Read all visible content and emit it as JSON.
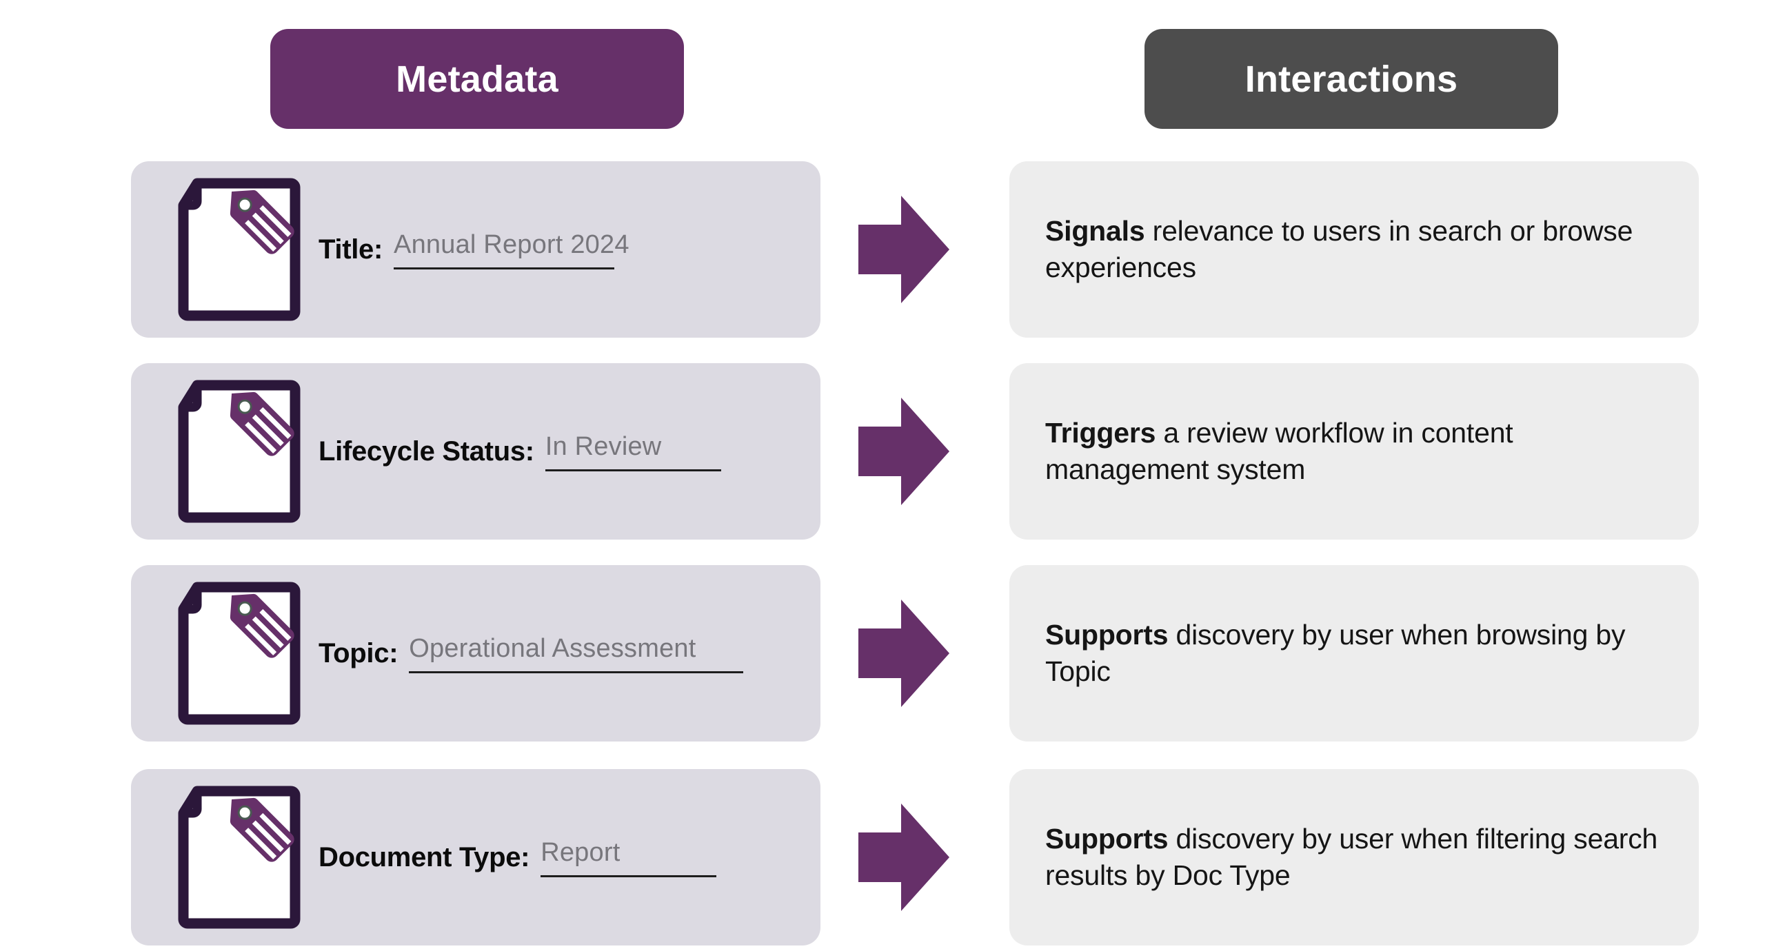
{
  "columns": {
    "left": {
      "title": "Metadata",
      "color": "#663069"
    },
    "right": {
      "title": "Interactions",
      "color": "#4d4d4d"
    }
  },
  "palette": {
    "purple": "#663069",
    "dark_purple_outline": "#2b173a",
    "gray_header": "#4d4d4d",
    "meta_card_bg": "#dcdae2",
    "interaction_card_bg": "#ededed",
    "value_text": "#77767c",
    "label_text": "#0b0b0b",
    "rule": "#1d1d1d"
  },
  "icons": {
    "document_tag": "document-tag-icon",
    "arrow": "arrow-right-icon"
  },
  "rows": [
    {
      "metadata": {
        "label": "Title:",
        "value": "Annual Report 2024",
        "rule_width": 320
      },
      "interaction": {
        "lead": "Signals",
        "rest": " relevance to users in search or browse experiences"
      }
    },
    {
      "metadata": {
        "label": "Lifecycle Status:",
        "value": "In Review",
        "rule_width": 255
      },
      "interaction": {
        "lead": "Triggers",
        "rest": " a review workflow in content management system"
      }
    },
    {
      "metadata": {
        "label": "Topic:",
        "value": "Operational Assessment",
        "rule_width": 485
      },
      "interaction": {
        "lead": "Supports",
        "rest": " discovery by user when browsing by Topic"
      }
    },
    {
      "metadata": {
        "label": "Document Type:",
        "value": "Report",
        "rule_width": 255
      },
      "interaction": {
        "lead": "Supports",
        "rest": " discovery by user when filtering search results by Doc Type"
      }
    }
  ]
}
